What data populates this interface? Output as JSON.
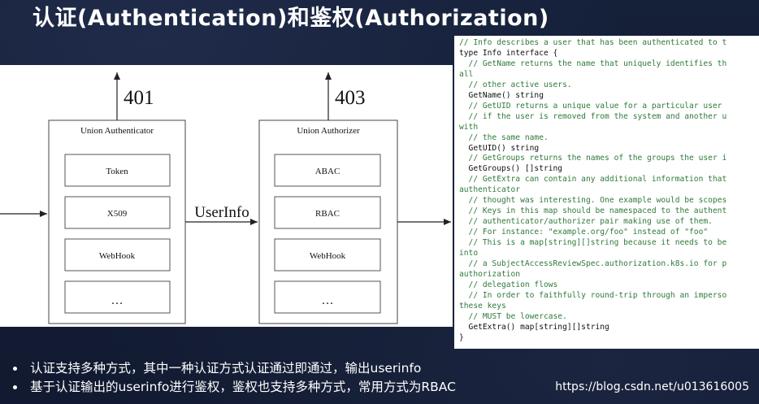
{
  "slide": {
    "title": "认证(Authentication)和鉴权(Authorization)"
  },
  "diagram": {
    "status_401": "401",
    "status_403": "403",
    "authenticator": {
      "title": "Union Authenticator",
      "items": [
        "Token",
        "X509",
        "WebHook",
        "…"
      ]
    },
    "authorizer": {
      "title": "Union Authorizer",
      "items": [
        "ABAC",
        "RBAC",
        "WebHook",
        "…"
      ]
    },
    "link_label": "UserInfo"
  },
  "code": {
    "lines": [
      {
        "t": "// Info describes a user that has been authenticated to t",
        "c": "cm"
      },
      {
        "t": "type Info interface {",
        "c": "kw"
      },
      {
        "t": "  // GetName returns the name that uniquely identifies th",
        "c": "cm"
      },
      {
        "t": "all",
        "c": "cm"
      },
      {
        "t": "  // other active users.",
        "c": "cm"
      },
      {
        "t": "  GetName() string",
        "c": "fn"
      },
      {
        "t": "  // GetUID returns a unique value for a particular user",
        "c": "cm"
      },
      {
        "t": "  // if the user is removed from the system and another u",
        "c": "cm"
      },
      {
        "t": "with",
        "c": "cm"
      },
      {
        "t": "  // the same name.",
        "c": "cm"
      },
      {
        "t": "  GetUID() string",
        "c": "fn"
      },
      {
        "t": "  // GetGroups returns the names of the groups the user i",
        "c": "cm"
      },
      {
        "t": "  GetGroups() []string",
        "c": "fn"
      },
      {
        "t": "  // GetExtra can contain any additional information that",
        "c": "cm"
      },
      {
        "t": "authenticator",
        "c": "cm"
      },
      {
        "t": "  // thought was interesting. One example would be scopes",
        "c": "cm"
      },
      {
        "t": "  // Keys in this map should be namespaced to the authent",
        "c": "cm"
      },
      {
        "t": "  // authenticator/authorizer pair making use of them.",
        "c": "cm"
      },
      {
        "t": "  // For instance: \"example.org/foo\" instead of \"foo\"",
        "c": "cm"
      },
      {
        "t": "  // This is a map[string][]string because it needs to be",
        "c": "cm"
      },
      {
        "t": "into",
        "c": "cm"
      },
      {
        "t": "  // a SubjectAccessReviewSpec.authorization.k8s.io for p",
        "c": "cm"
      },
      {
        "t": "authorization",
        "c": "cm"
      },
      {
        "t": "  // delegation flows",
        "c": "cm"
      },
      {
        "t": "  // In order to faithfully round-trip through an imperso",
        "c": "cm"
      },
      {
        "t": "these keys",
        "c": "cm"
      },
      {
        "t": "  // MUST be lowercase.",
        "c": "cm"
      },
      {
        "t": "  GetExtra() map[string][]string",
        "c": "fn"
      },
      {
        "t": "}",
        "c": "kw"
      }
    ]
  },
  "bullets": [
    "认证支持多种方式，其中一种认证方式认证通过即通过，输出userinfo",
    "基于认证输出的userinfo进行鉴权，鉴权也支持多种方式，常用方式为RBAC"
  ],
  "watermark": "https://blog.csdn.net/u013616005",
  "colors": {
    "background": "#141d33",
    "code_comment": "#2f7a3a",
    "text": "#ffffff"
  }
}
